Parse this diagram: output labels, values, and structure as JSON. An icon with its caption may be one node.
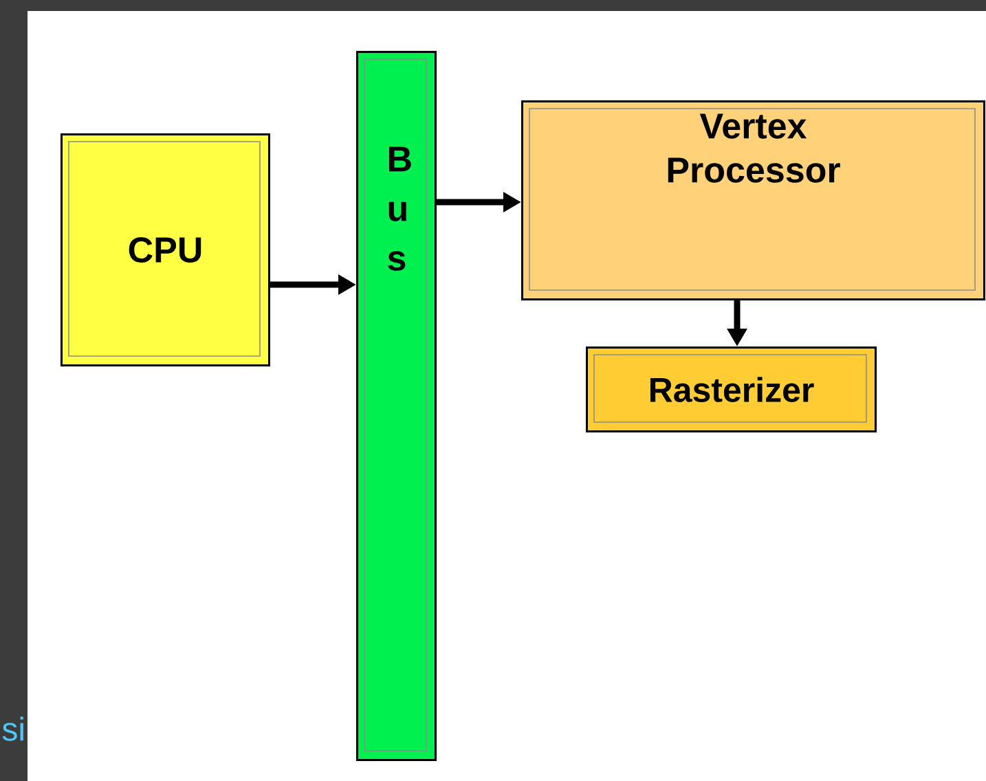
{
  "diagram": {
    "nodes": [
      {
        "text": [
          "CPU"
        ]
      },
      {
        "text": [
          "B u s"
        ]
      },
      {
        "text": [
          "Vertex Processor"
        ]
      },
      {
        "text": [
          "Rasterizer"
        ]
      }
    ],
    "edges": [
      {
        "from": 0,
        "to": 1,
        "arrow": "to"
      },
      {
        "from": 1,
        "to": 2,
        "arrow": "to"
      },
      {
        "from": 2,
        "to": 3,
        "arrow": "to"
      }
    ],
    "labels": [
      "si"
    ]
  }
}
